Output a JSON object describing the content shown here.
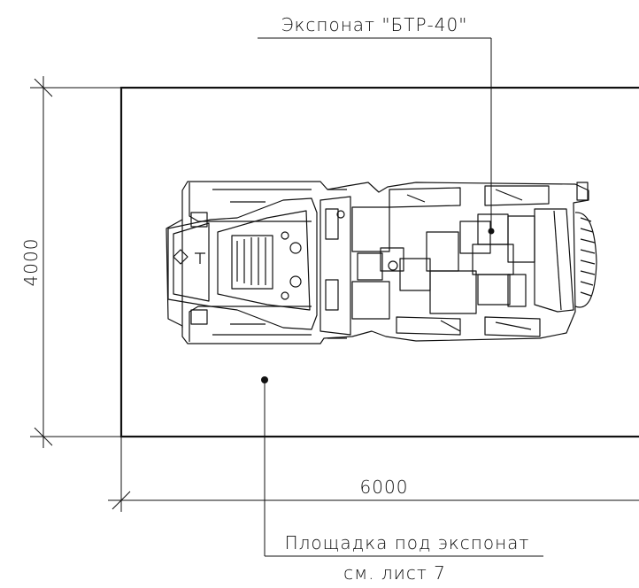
{
  "drawing": {
    "leader_top_label": "Экспонат \"БТР-40\"",
    "leader_bottom_label": "Площадка под экспонат",
    "leader_bottom_sublabel": "см. лист 7",
    "dim_height": "4000",
    "dim_width": "6000"
  },
  "colors": {
    "line": "#111111",
    "background": "#ffffff"
  }
}
